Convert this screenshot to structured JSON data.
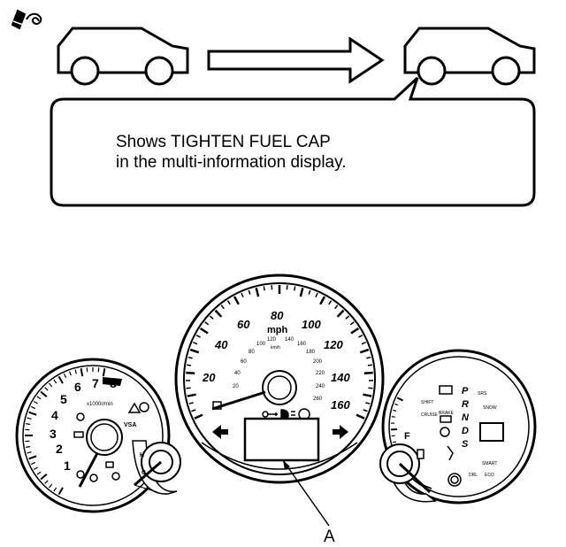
{
  "callout": {
    "line1": "Shows TIGHTEN FUEL CAP",
    "line2": "in the multi-information display."
  },
  "label_a": "A",
  "speedometer": {
    "unit": "mph",
    "mph_ticks": [
      "20",
      "40",
      "60",
      "80",
      "100",
      "120",
      "140",
      "160"
    ],
    "kmh_unit": "km/h",
    "kmh_ticks": [
      "20",
      "40",
      "60",
      "80",
      "100",
      "120",
      "140",
      "160",
      "180",
      "200",
      "220",
      "240",
      "260"
    ]
  },
  "tachometer": {
    "ticks": [
      "1",
      "2",
      "3",
      "4",
      "5",
      "6",
      "7",
      "8"
    ],
    "unit": "x1000r/min",
    "vsa_label": "VSA"
  },
  "fuel_gauge": {
    "full_label": "F",
    "gear_letters": [
      "P",
      "R",
      "N",
      "D",
      "S"
    ],
    "indicators": [
      "BRAKE",
      "SMART",
      "DRL",
      "ECO",
      "SHIFT",
      "CRUISE",
      "SNOW",
      "SRS"
    ]
  },
  "colors": {
    "line": "#000000",
    "background": "#ffffff"
  }
}
